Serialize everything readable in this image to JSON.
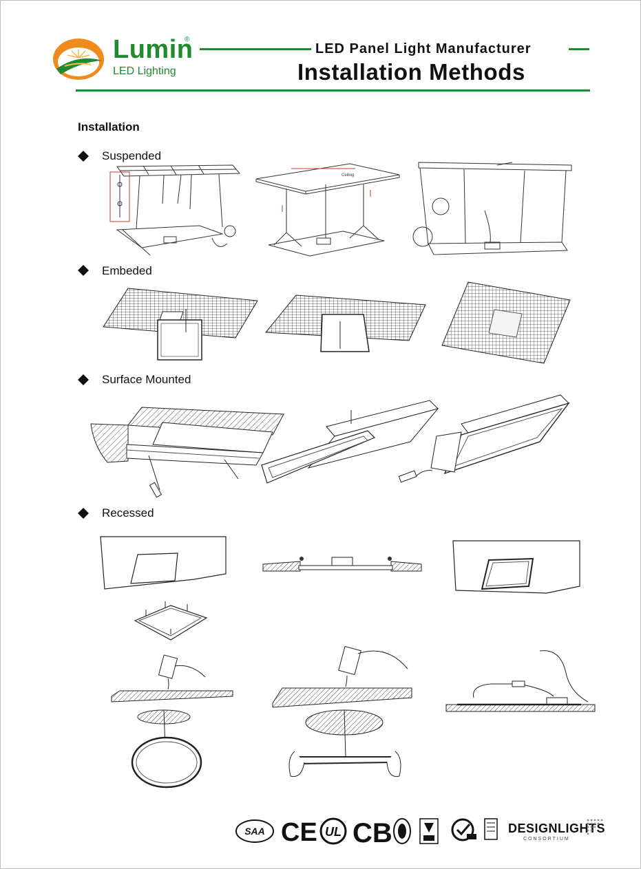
{
  "brand": {
    "name": "Lumin",
    "registered": "®",
    "tagline": "LED Lighting",
    "green": "#1f8a2e",
    "orange": "#f08a1c"
  },
  "header": {
    "subtitle": "LED Panel Light Manufacturer",
    "title": "Installation Methods"
  },
  "section": {
    "heading": "Installation"
  },
  "methods": [
    {
      "label": "Suspended"
    },
    {
      "label": "Embeded"
    },
    {
      "label": "Surface Mounted"
    },
    {
      "label": "Recessed"
    }
  ],
  "diagram_labels": {
    "ceiling": "Ceiling"
  },
  "certifications": [
    {
      "label": "SAA"
    },
    {
      "label": "CE"
    },
    {
      "label": "UL"
    },
    {
      "label": "CB"
    },
    {
      "label": "DESIGNLIGHTS"
    },
    {
      "label": "CONSORTIUM"
    }
  ]
}
